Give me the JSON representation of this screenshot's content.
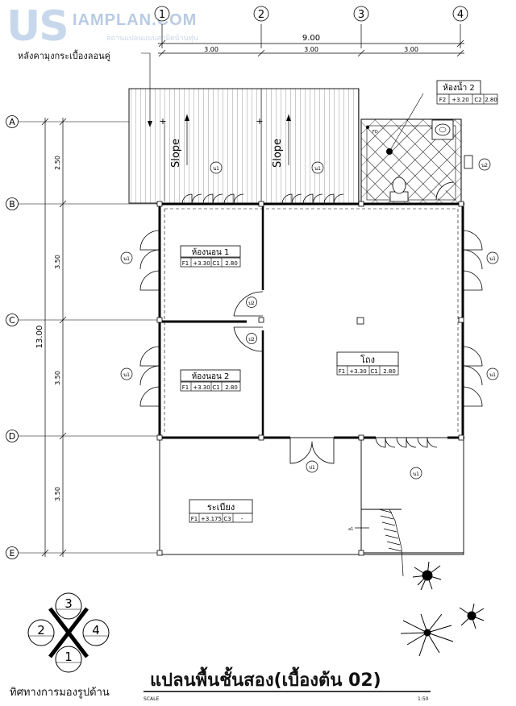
{
  "logo": {
    "mark": "US",
    "name": "IAMPLAN.COM",
    "tagline": "สถานแปลนแบบสามิตบ้านทุ่น"
  },
  "roof_note": "หลังคามุงกระเบื้องลอนคู่",
  "grid": {
    "columns": [
      "1",
      "2",
      "3",
      "4"
    ],
    "rows": [
      "A",
      "B",
      "C",
      "D",
      "E"
    ],
    "total_width": "9.00",
    "col_spacing": [
      "3.00",
      "3.00",
      "3.00"
    ],
    "total_depth": "13.00",
    "row_spacing": [
      "2.50",
      "3.50",
      "3.50",
      "3.50"
    ]
  },
  "rooms": {
    "bath": {
      "name": "ห้องน้ำ 2",
      "floor": "F2",
      "level": "+3.20",
      "ceiling": "C2",
      "height": "2.80"
    },
    "bed1": {
      "name": "ห้องนอน 1",
      "floor": "F1",
      "level": "+3.30",
      "ceiling": "C1",
      "height": "2.80"
    },
    "bed2": {
      "name": "ห้องนอน 2",
      "floor": "F1",
      "level": "+3.30",
      "ceiling": "C1",
      "height": "2.80"
    },
    "hall": {
      "name": "โถง",
      "floor": "F1",
      "level": "+3.30",
      "ceiling": "C1",
      "height": "2.80"
    },
    "balcony": {
      "name": "ระเบียง",
      "floor": "F1",
      "level": "+3.175",
      "ceiling": "C3",
      "height": "-"
    }
  },
  "labels": {
    "slope": "Slope",
    "window_n1": "น1",
    "window_n2": "น2",
    "door_p1": "ป1",
    "door_p2": "ป2",
    "fd": "FD",
    "stair_tag": "ล1"
  },
  "view_key": {
    "nums": [
      "3",
      "2",
      "4",
      "1"
    ],
    "caption": "ทิศทางการมองรูปด้าน"
  },
  "title": "แปลนพื้นชั้นสอง(เบื้องต้น 02)",
  "scale_label": "SCALE",
  "scale_value": "1:50"
}
